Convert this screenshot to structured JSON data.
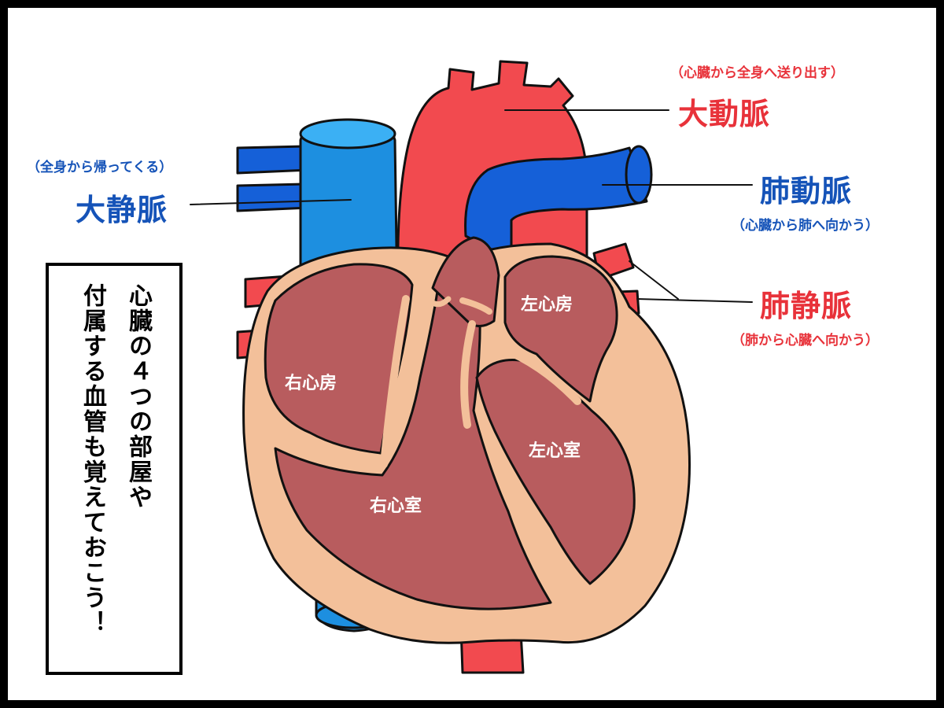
{
  "labels": {
    "aorta": {
      "name": "大動脈",
      "desc": "（心臓から全身へ送り出す）"
    },
    "vena_cava": {
      "name": "大静脈",
      "desc": "（全身から帰ってくる）"
    },
    "pulmonary_artery": {
      "name": "肺動脈",
      "desc": "（心臓から肺へ向かう）"
    },
    "pulmonary_vein": {
      "name": "肺静脈",
      "desc": "（肺から心臓へ向かう）"
    }
  },
  "chambers": {
    "right_atrium": "右心房",
    "right_ventricle": "右心室",
    "left_atrium": "左心房",
    "left_ventricle": "左心室"
  },
  "note": {
    "line1": "心臓の４つの部屋や",
    "line2": "付属する血管も覚えておこう！"
  },
  "colors": {
    "artery_red": "#f24a4f",
    "vein_blue": "#1d8fe0",
    "pulmonary_blue": "#1560d8",
    "chamber": "#b85c5e",
    "tissue": "#f3c09a",
    "label_red": "#e8323a",
    "label_blue": "#1553b8"
  }
}
